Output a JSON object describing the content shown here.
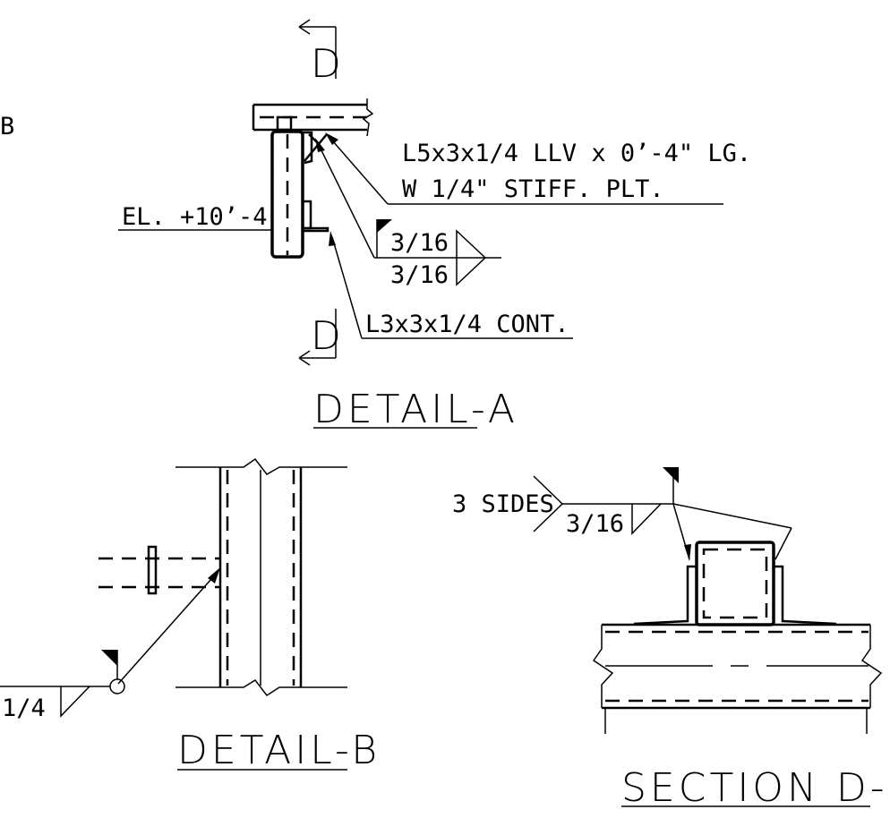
{
  "detail_a": {
    "stray_label": "B",
    "cut_label_top": "D",
    "cut_label_bottom": "D",
    "note_angle_line1": "L5x3x1/4 LLV x 0’-4\" LG.",
    "note_angle_line2": "W 1/4\" STIFF. PLT.",
    "elevation": "EL. +10’-4",
    "weld_top": "3/16",
    "weld_bottom": "3/16",
    "note_cont": "L3x3x1/4 CONT.",
    "title": "DETAIL-A"
  },
  "detail_b": {
    "weld_size": "1/4",
    "title": "DETAIL-B"
  },
  "section_d": {
    "weld_tail": "3 SIDES",
    "weld_size": "3/16",
    "title": "SECTION D-D"
  }
}
